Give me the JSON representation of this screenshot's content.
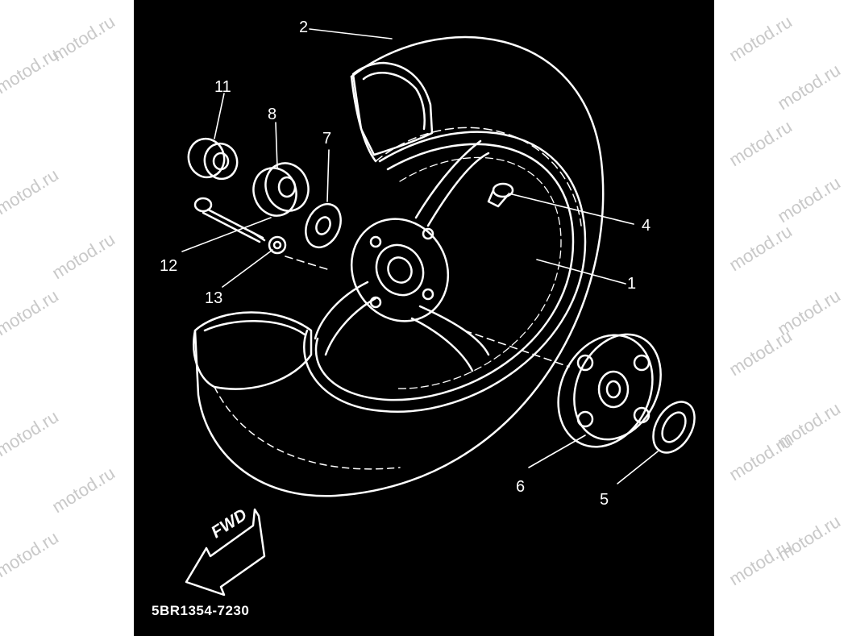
{
  "watermark": "motod.ru",
  "diagram_code": "5BR1354-7230",
  "direction_label": "FWD",
  "callouts": {
    "c1": "1",
    "c2": "2",
    "c4": "4",
    "c5": "5",
    "c6": "6",
    "c7": "7",
    "c8": "8",
    "c11": "11",
    "c12": "12",
    "c13": "13"
  },
  "colors": {
    "background": "#000000",
    "lines": "#ffffff",
    "watermark": "#c9c9c9"
  }
}
